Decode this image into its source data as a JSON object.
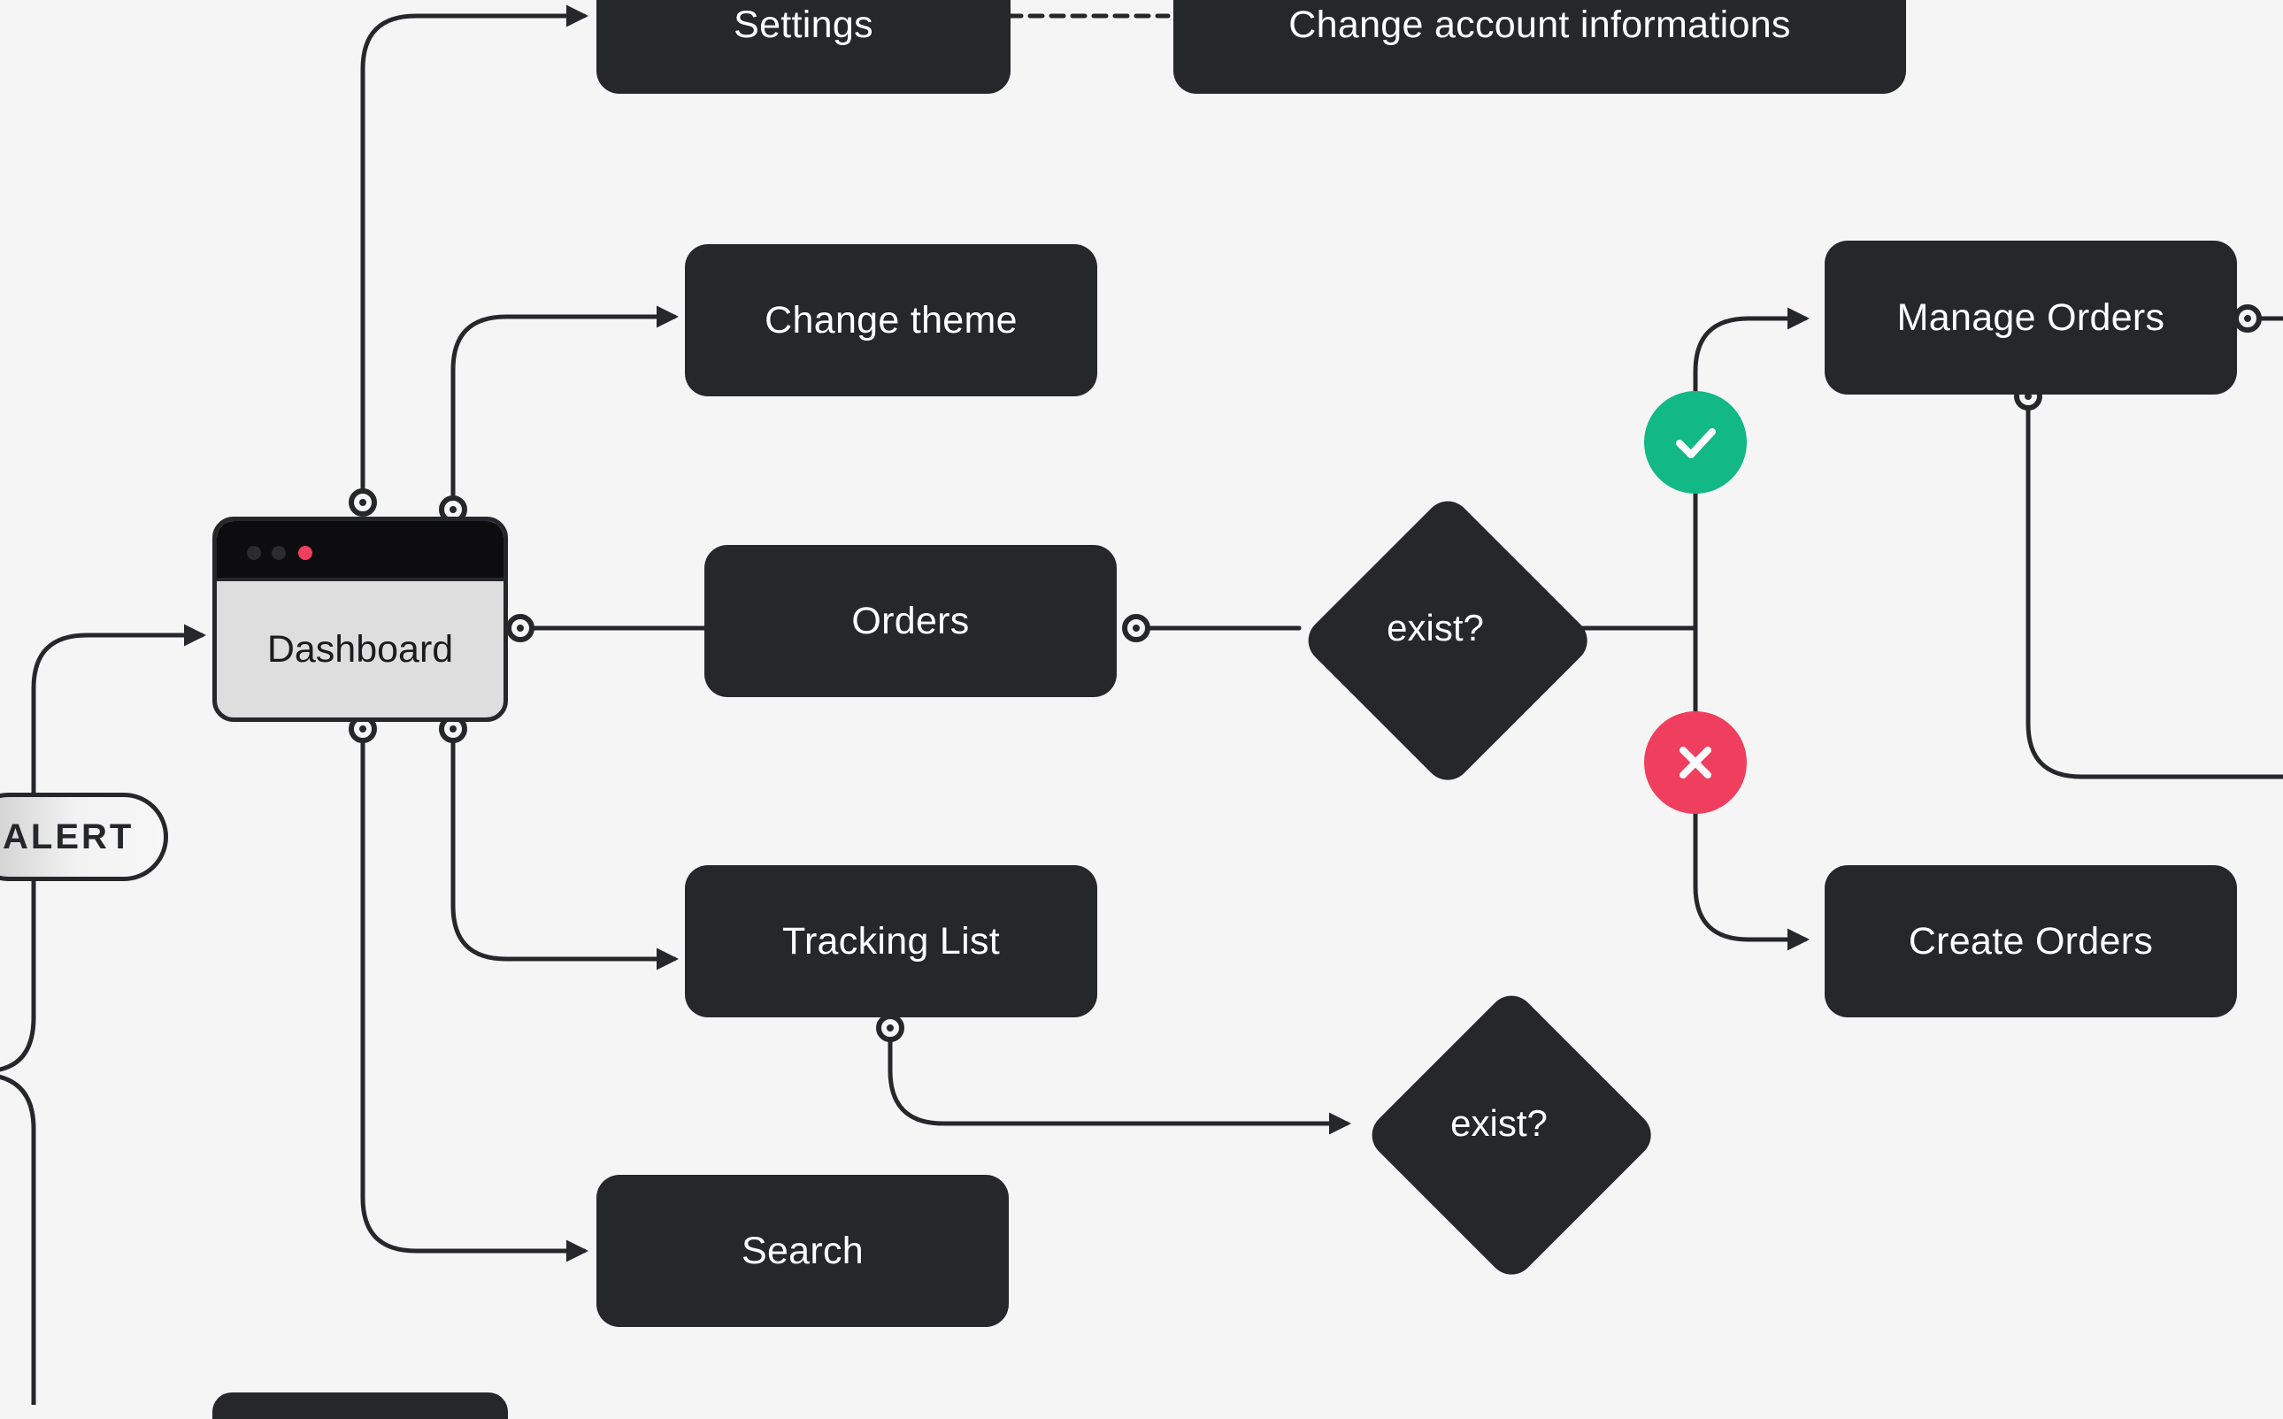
{
  "diagram": {
    "nodes": {
      "settings": "Settings",
      "change_account": "Change account informations",
      "change_theme": "Change theme",
      "orders": "Orders",
      "tracking_list": "Tracking List",
      "search": "Search",
      "manage_orders": "Manage Orders",
      "create_orders": "Create Orders",
      "dashboard": "Dashboard",
      "alert": "ALERT",
      "decision_orders": "exist?",
      "decision_tracking": "exist?"
    },
    "edges": [
      [
        "dashboard",
        "settings"
      ],
      [
        "settings",
        "change_account"
      ],
      [
        "dashboard",
        "change_theme"
      ],
      [
        "dashboard",
        "orders"
      ],
      [
        "orders",
        "decision_orders"
      ],
      [
        "decision_orders",
        "manage_orders"
      ],
      [
        "decision_orders",
        "create_orders"
      ],
      [
        "dashboard",
        "tracking_list"
      ],
      [
        "tracking_list",
        "decision_tracking"
      ],
      [
        "dashboard",
        "search"
      ],
      [
        "alert",
        "dashboard"
      ]
    ],
    "badges": {
      "yes_icon": "check-icon",
      "no_icon": "close-icon"
    },
    "colors": {
      "background": "#f5f5f5",
      "node": "#26272b",
      "yes": "#12b886",
      "no": "#f03e5e",
      "window_dot_active": "#f03e5e"
    }
  }
}
